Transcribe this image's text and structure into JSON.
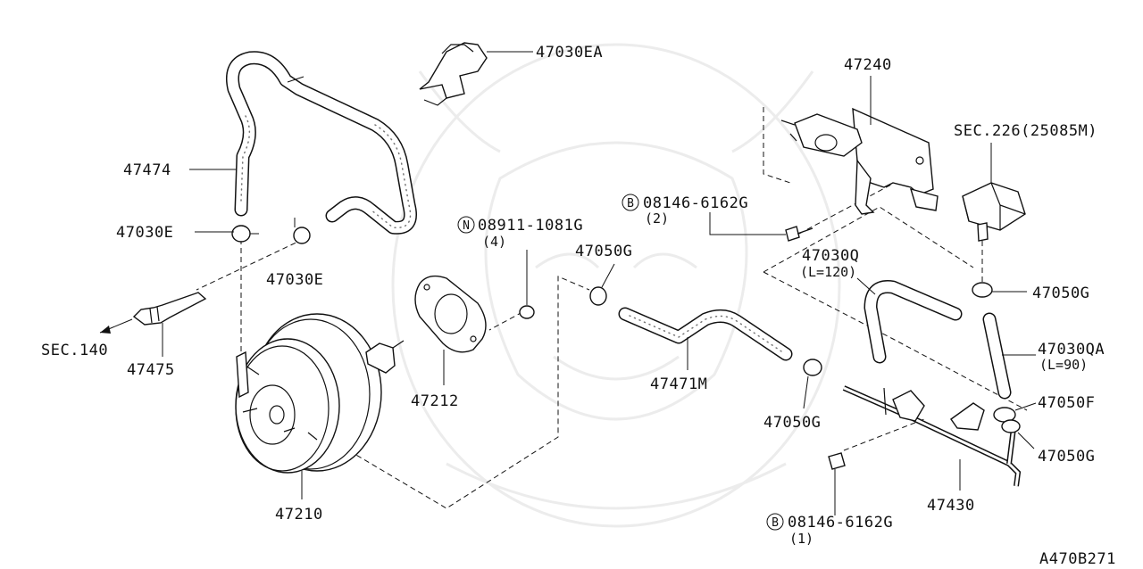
{
  "parts": {
    "p47030EA": "47030EA",
    "p47474": "47474",
    "p47030E_left": "47030E",
    "p47030E_mid": "47030E",
    "sec140": "SEC.140",
    "p47475": "47475",
    "p47210": "47210",
    "p47212": "47212",
    "bolt_n_num": "08911-1081G",
    "bolt_n_qty": "(4)",
    "bolt_n_marker": "N",
    "p47050G_top": "47050G",
    "p47471M": "47471M",
    "p47050G_mid": "47050G",
    "bolt_b1_num": "08146-6162G",
    "bolt_b1_qty": "(2)",
    "bolt_b1_marker": "B",
    "p47240": "47240",
    "sec226": "SEC.226(25085M)",
    "p47030Q": "47030Q",
    "p47030Q_len": "(L=120)",
    "p47050G_right": "47050G",
    "p47030QA": "47030QA",
    "p47030QA_len": "(L=90)",
    "p47050F": "47050F",
    "p47050G_bottom": "47050G",
    "p47430": "47430",
    "bolt_b2_num": "08146-6162G",
    "bolt_b2_qty": "(1)",
    "bolt_b2_marker": "B"
  },
  "diagram_code": "A470B271"
}
